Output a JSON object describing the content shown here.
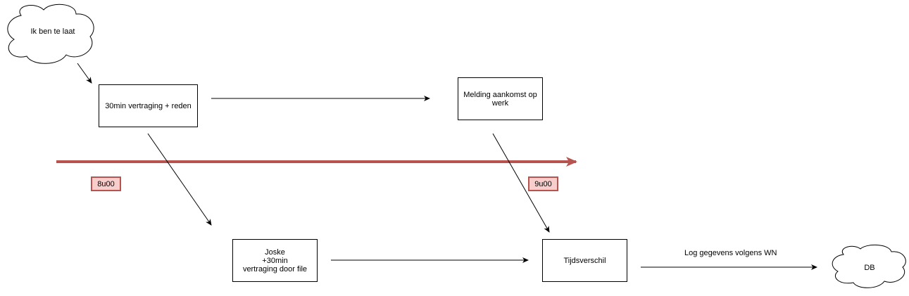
{
  "clouds": {
    "start": "Ik ben te laat",
    "db": "DB"
  },
  "boxes": {
    "delay": "30min vertraging + reden",
    "arrival": "Melding aankomst op werk",
    "joske": "Joske\n+30min\nvertraging door file",
    "difference": "Tijdsverschil"
  },
  "timeline": {
    "start_label": "8u00",
    "end_label": "9u00",
    "color": "#b85450",
    "tag_fill": "#f8cecc"
  },
  "edges": {
    "log_label": "Log gegevens volgens  WN"
  }
}
